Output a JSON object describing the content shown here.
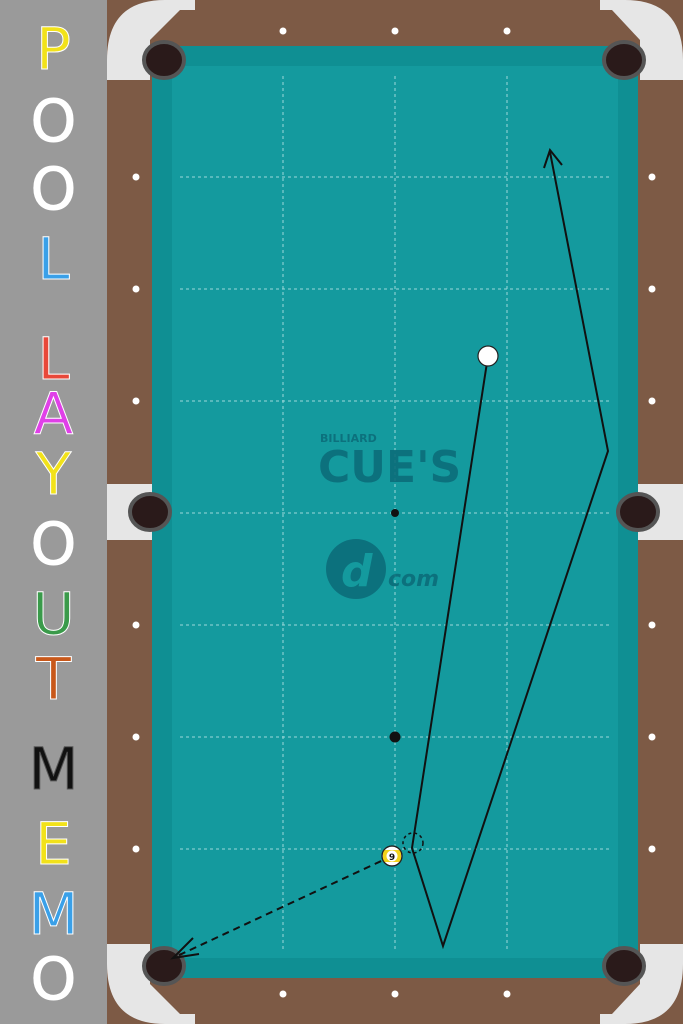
{
  "side_title": {
    "letters": [
      {
        "char": "P",
        "color": "#f2e21a"
      },
      {
        "char": "O",
        "color": "#ffffff"
      },
      {
        "char": "O",
        "color": "#ffffff"
      },
      {
        "char": "L",
        "color": "#3aa0e8"
      },
      {
        "char": "L",
        "color": "#e8483a"
      },
      {
        "char": "A",
        "color": "#e040e8"
      },
      {
        "char": "Y",
        "color": "#f2e21a"
      },
      {
        "char": "O",
        "color": "#ffffff"
      },
      {
        "char": "U",
        "color": "#3a9a4a"
      },
      {
        "char": "T",
        "color": "#c8581a"
      },
      {
        "char": "M",
        "color": "#111111"
      },
      {
        "char": "E",
        "color": "#f2e21a"
      },
      {
        "char": "M",
        "color": "#3aa0e8"
      },
      {
        "char": "O",
        "color": "#ffffff"
      }
    ]
  },
  "table": {
    "cloth_color": "#149a9e",
    "rail_color": "#7d5a45",
    "corner_color": "#e6e6e6",
    "pocket_color": "#2a1a1a",
    "logo_small": "BILLIARD",
    "logo_main": "CUE'S",
    "logo_sub": "com",
    "logo_mark": "d",
    "logo_color": "#0c6d7a"
  },
  "balls": {
    "cue_ball": {
      "color": "#ffffff"
    },
    "nine_ball": {
      "label": "9",
      "color": "#ffffff",
      "stripe": "#f2d21a"
    }
  },
  "shot": {
    "ghost_ball": "dashed circle",
    "cue_path": "solid line with arrowhead",
    "object_path": "dashed line with arrowhead to corner pocket"
  }
}
